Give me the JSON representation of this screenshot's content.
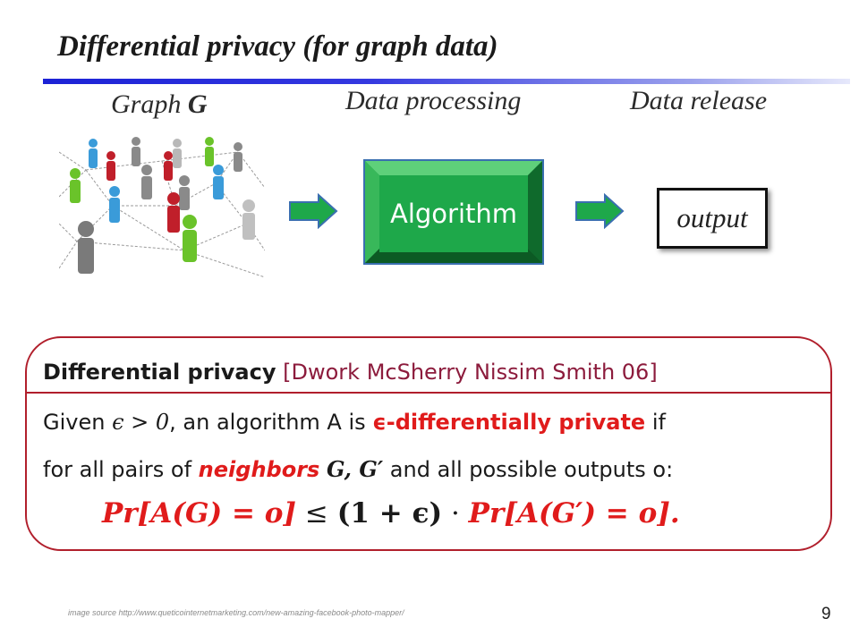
{
  "slide": {
    "title": "Differential privacy (for graph data)",
    "page_number": "9",
    "image_source": "image source http://www.queticointernetmarketing.com/new-amazing-facebook-photo-mapper/"
  },
  "stages": {
    "graph_label_prefix": "Graph ",
    "graph_label_symbol": "G",
    "processing_label": "Data processing",
    "release_label": "Data release",
    "algorithm_label": "Algorithm",
    "output_label": "output"
  },
  "definition": {
    "heading": "Differential privacy",
    "citation": "[Dwork McSherry Nissim Smith 06]",
    "given_prefix": "Given ",
    "given_condition": "ϵ > 0",
    "given_middle": ", an algorithm A is ",
    "private_term": "ϵ-differentially private",
    "given_suffix": " if",
    "line3_prefix": "for all pairs of ",
    "neighbors_term": "neighbors",
    "neighbors_symbols": "G, G′",
    "line3_suffix": " and all possible outputs o:",
    "formula_left": "Pr[A(G) = o]",
    "formula_relation": " ≤ ",
    "formula_factor": "(1 + ϵ)",
    "formula_dot": " · ",
    "formula_right": "Pr[A(G′) = o]",
    "formula_end": "."
  },
  "colors": {
    "accent_red": "#e01b1b",
    "box_border": "#b11f2c",
    "citation": "#8c1b3c",
    "algorithm_green": "#1ea84a",
    "title_bar_blue": "#1c22d6"
  },
  "icons": {
    "graph_image": "social-network-people-icon",
    "flow_arrow": "right-arrow-icon"
  }
}
